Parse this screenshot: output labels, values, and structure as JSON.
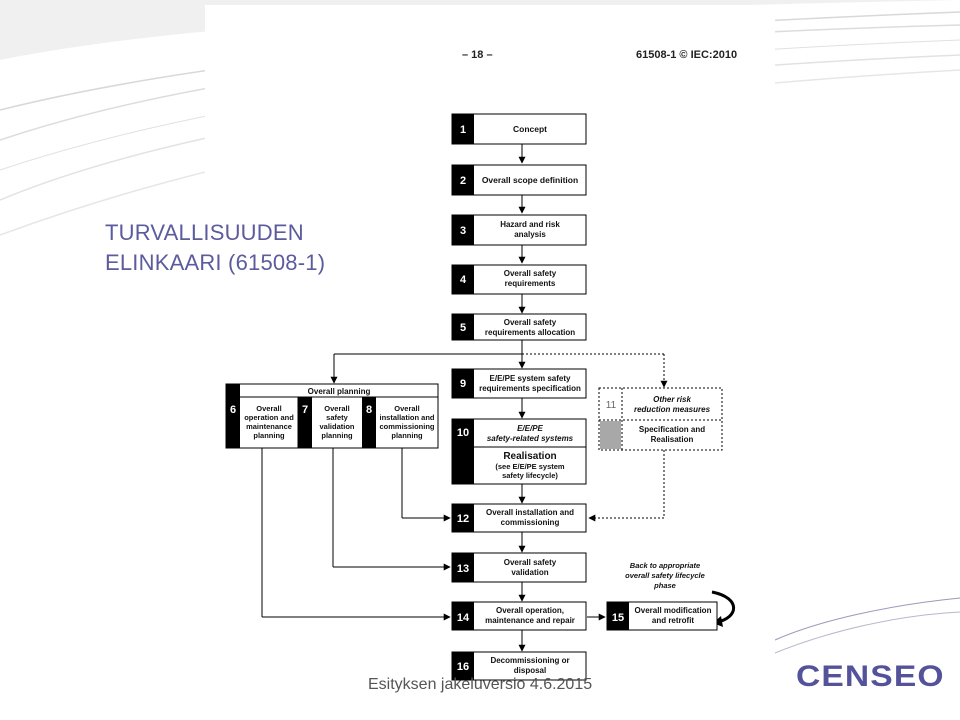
{
  "slide": {
    "title_line1": "TURVALLISUUDEN",
    "title_line2": "ELINKAARI (61508-1)",
    "footer": "Esityksen jakeluversio 4.6.2015",
    "logo": "CENSEO",
    "colors": {
      "title": "#5b5b9d",
      "logo": "#54539a",
      "box_number_bg": "#000000"
    }
  },
  "document": {
    "page_number": "– 18 –",
    "standard_ref": "61508-1 © IEC:2010"
  },
  "lifecycle": {
    "phase1": {
      "num": "1",
      "lines": [
        "Concept"
      ]
    },
    "phase2": {
      "num": "2",
      "lines": [
        "Overall scope definition"
      ]
    },
    "phase3": {
      "num": "3",
      "lines": [
        "Hazard and risk",
        "analysis"
      ]
    },
    "phase4": {
      "num": "4",
      "lines": [
        "Overall safety",
        "requirements"
      ]
    },
    "phase5": {
      "num": "5",
      "lines": [
        "Overall safety",
        "requirements allocation"
      ]
    },
    "planning": {
      "header": "Overall planning"
    },
    "phase6": {
      "num": "6",
      "lines": [
        "Overall",
        "operation and",
        "maintenance",
        "planning"
      ]
    },
    "phase7": {
      "num": "7",
      "lines": [
        "Overall",
        "safety",
        "validation",
        "planning"
      ]
    },
    "phase8": {
      "num": "8",
      "lines": [
        "Overall",
        "installation and",
        "commissioning",
        "planning"
      ]
    },
    "phase9": {
      "num": "9",
      "lines": [
        "E/E/PE system safety",
        "requirements specification"
      ]
    },
    "phase10": {
      "num": "10",
      "lines": [
        "E/E/PE",
        "safety-related systems"
      ],
      "realisation": "Realisation",
      "sub_lines": [
        "(see E/E/PE system",
        "safety lifecycle)"
      ]
    },
    "phase11": {
      "num": "11",
      "lines": [
        "Other risk",
        "reduction measures"
      ],
      "sub_lines": [
        "Specification and",
        "Realisation"
      ]
    },
    "phase12": {
      "num": "12",
      "lines": [
        "Overall installation and",
        "commissioning"
      ]
    },
    "phase13": {
      "num": "13",
      "lines": [
        "Overall safety",
        "validation"
      ]
    },
    "phase14": {
      "num": "14",
      "lines": [
        "Overall operation,",
        "maintenance and repair"
      ]
    },
    "phase15": {
      "num": "15",
      "lines": [
        "Overall modification",
        "and retrofit"
      ]
    },
    "phase16": {
      "num": "16",
      "lines": [
        "Decommissioning or",
        "disposal"
      ]
    },
    "back_note": [
      "Back to appropriate",
      "overall safety lifecycle",
      "phase"
    ]
  }
}
